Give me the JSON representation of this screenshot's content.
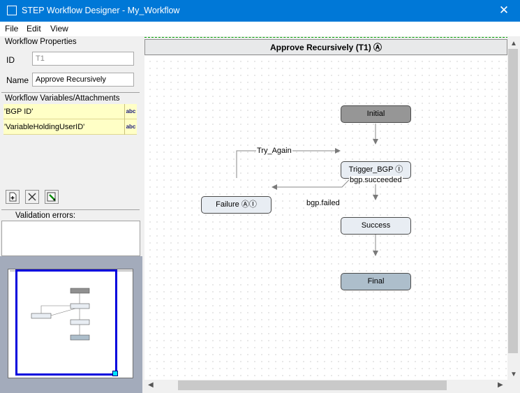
{
  "window": {
    "title": "STEP Workflow Designer - My_Workflow",
    "close_glyph": "✕"
  },
  "menu": {
    "file": "File",
    "edit": "Edit",
    "view": "View"
  },
  "properties": {
    "heading": "Workflow Properties",
    "id_label": "ID",
    "id_value": "T1",
    "name_label": "Name",
    "name_value": "Approve Recursively"
  },
  "variables": {
    "heading": "Workflow Variables/Attachments",
    "rows": [
      {
        "name": "'BGP ID'",
        "type": "abc"
      },
      {
        "name": "'VariableHoldingUserID'",
        "type": "abc"
      }
    ],
    "add_icon": "add-variable-icon",
    "delete_icon": "delete-variable-icon",
    "edit_icon": "edit-variable-icon"
  },
  "validation": {
    "label": "Validation errors:"
  },
  "canvas": {
    "title": "Approve Recursively (T1) Ⓐ",
    "nodes": {
      "initial": "Initial",
      "trigger": "Trigger_BGP Ⓘ",
      "failure": "Failure ⒶⒾ",
      "success": "Success",
      "final": "Final"
    },
    "transitions": {
      "try_again": "Try_Again",
      "bgp_failed": "bgp.failed",
      "bgp_succeeded": "bgp.succeeded"
    }
  },
  "colors": {
    "titlebar": "#0078d7",
    "initial_node": "#969696",
    "state_node": "#e8edf3",
    "final_node": "#adbecb",
    "variable_row": "#ffffc6",
    "overview_frame": "#0000dd"
  }
}
